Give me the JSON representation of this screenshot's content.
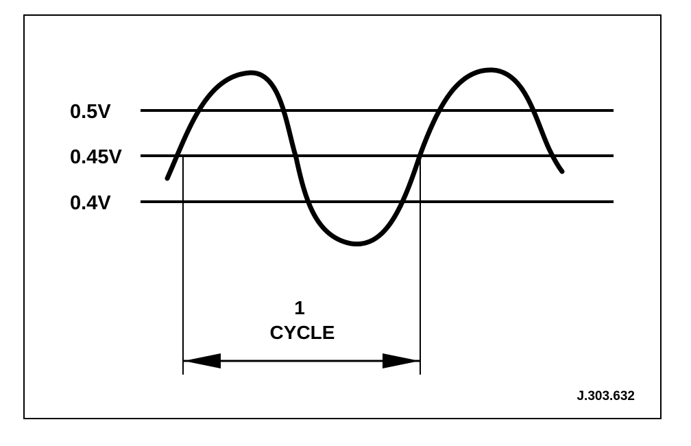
{
  "figure": {
    "voltage_levels": [
      {
        "label": "0.5V",
        "value": 0.5
      },
      {
        "label": "0.45V",
        "value": 0.45
      },
      {
        "label": "0.4V",
        "value": 0.4
      }
    ],
    "cycle_marker": {
      "line1": "1",
      "line2": "CYCLE"
    },
    "reference": "J.303.632",
    "colors": {
      "stroke": "#000000",
      "background": "#ffffff"
    }
  }
}
